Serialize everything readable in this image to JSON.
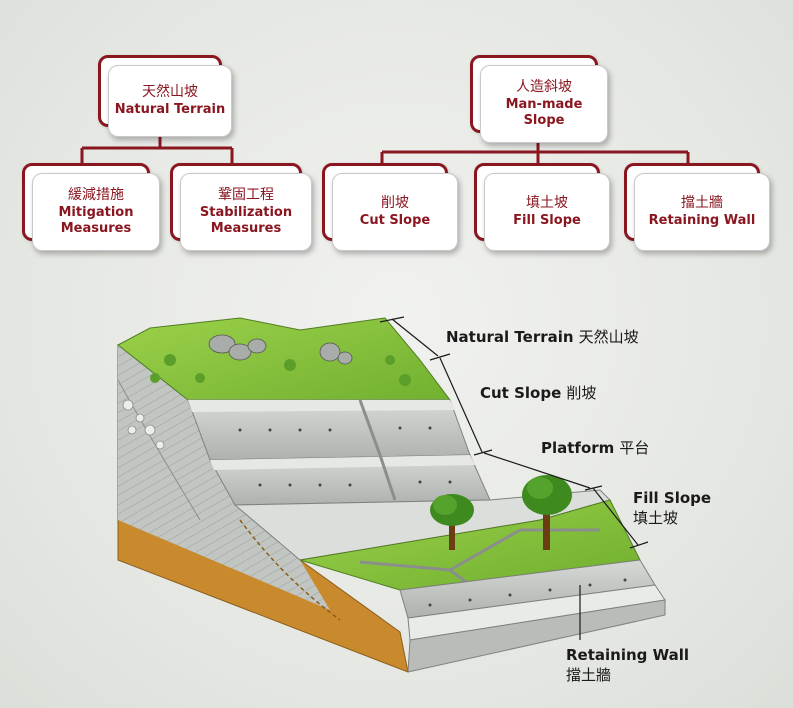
{
  "natural_terrain": {
    "cn": "天然山坡",
    "en": "Natural Terrain"
  },
  "mitigation": {
    "cn": "緩減措施",
    "en": "Mitigation Measures"
  },
  "stabilization": {
    "cn": "鞏固工程",
    "en": "Stabilization Measures"
  },
  "manmade": {
    "cn": "人造斜坡",
    "en": "Man-made Slope"
  },
  "cut_slope": {
    "cn": "削坡",
    "en": "Cut Slope"
  },
  "fill_slope": {
    "cn": "填土坡",
    "en": "Fill Slope"
  },
  "retaining_wall": {
    "cn": "擋土牆",
    "en": "Retaining Wall"
  },
  "callouts": {
    "natural_terrain": {
      "en": "Natural Terrain",
      "cn": "天然山坡"
    },
    "cut_slope": {
      "en": "Cut Slope",
      "cn": "削坡"
    },
    "platform": {
      "en": "Platform",
      "cn": "平台"
    },
    "fill_slope": {
      "en": "Fill Slope",
      "cn": "填土坡"
    },
    "retaining_wall": {
      "en": "Retaining Wall",
      "cn": "擋土牆"
    }
  },
  "colors": {
    "accent": "#8a1720",
    "grass": "#8dc63f",
    "soil": "#c98a2e",
    "concrete": "#c8cbc8"
  }
}
